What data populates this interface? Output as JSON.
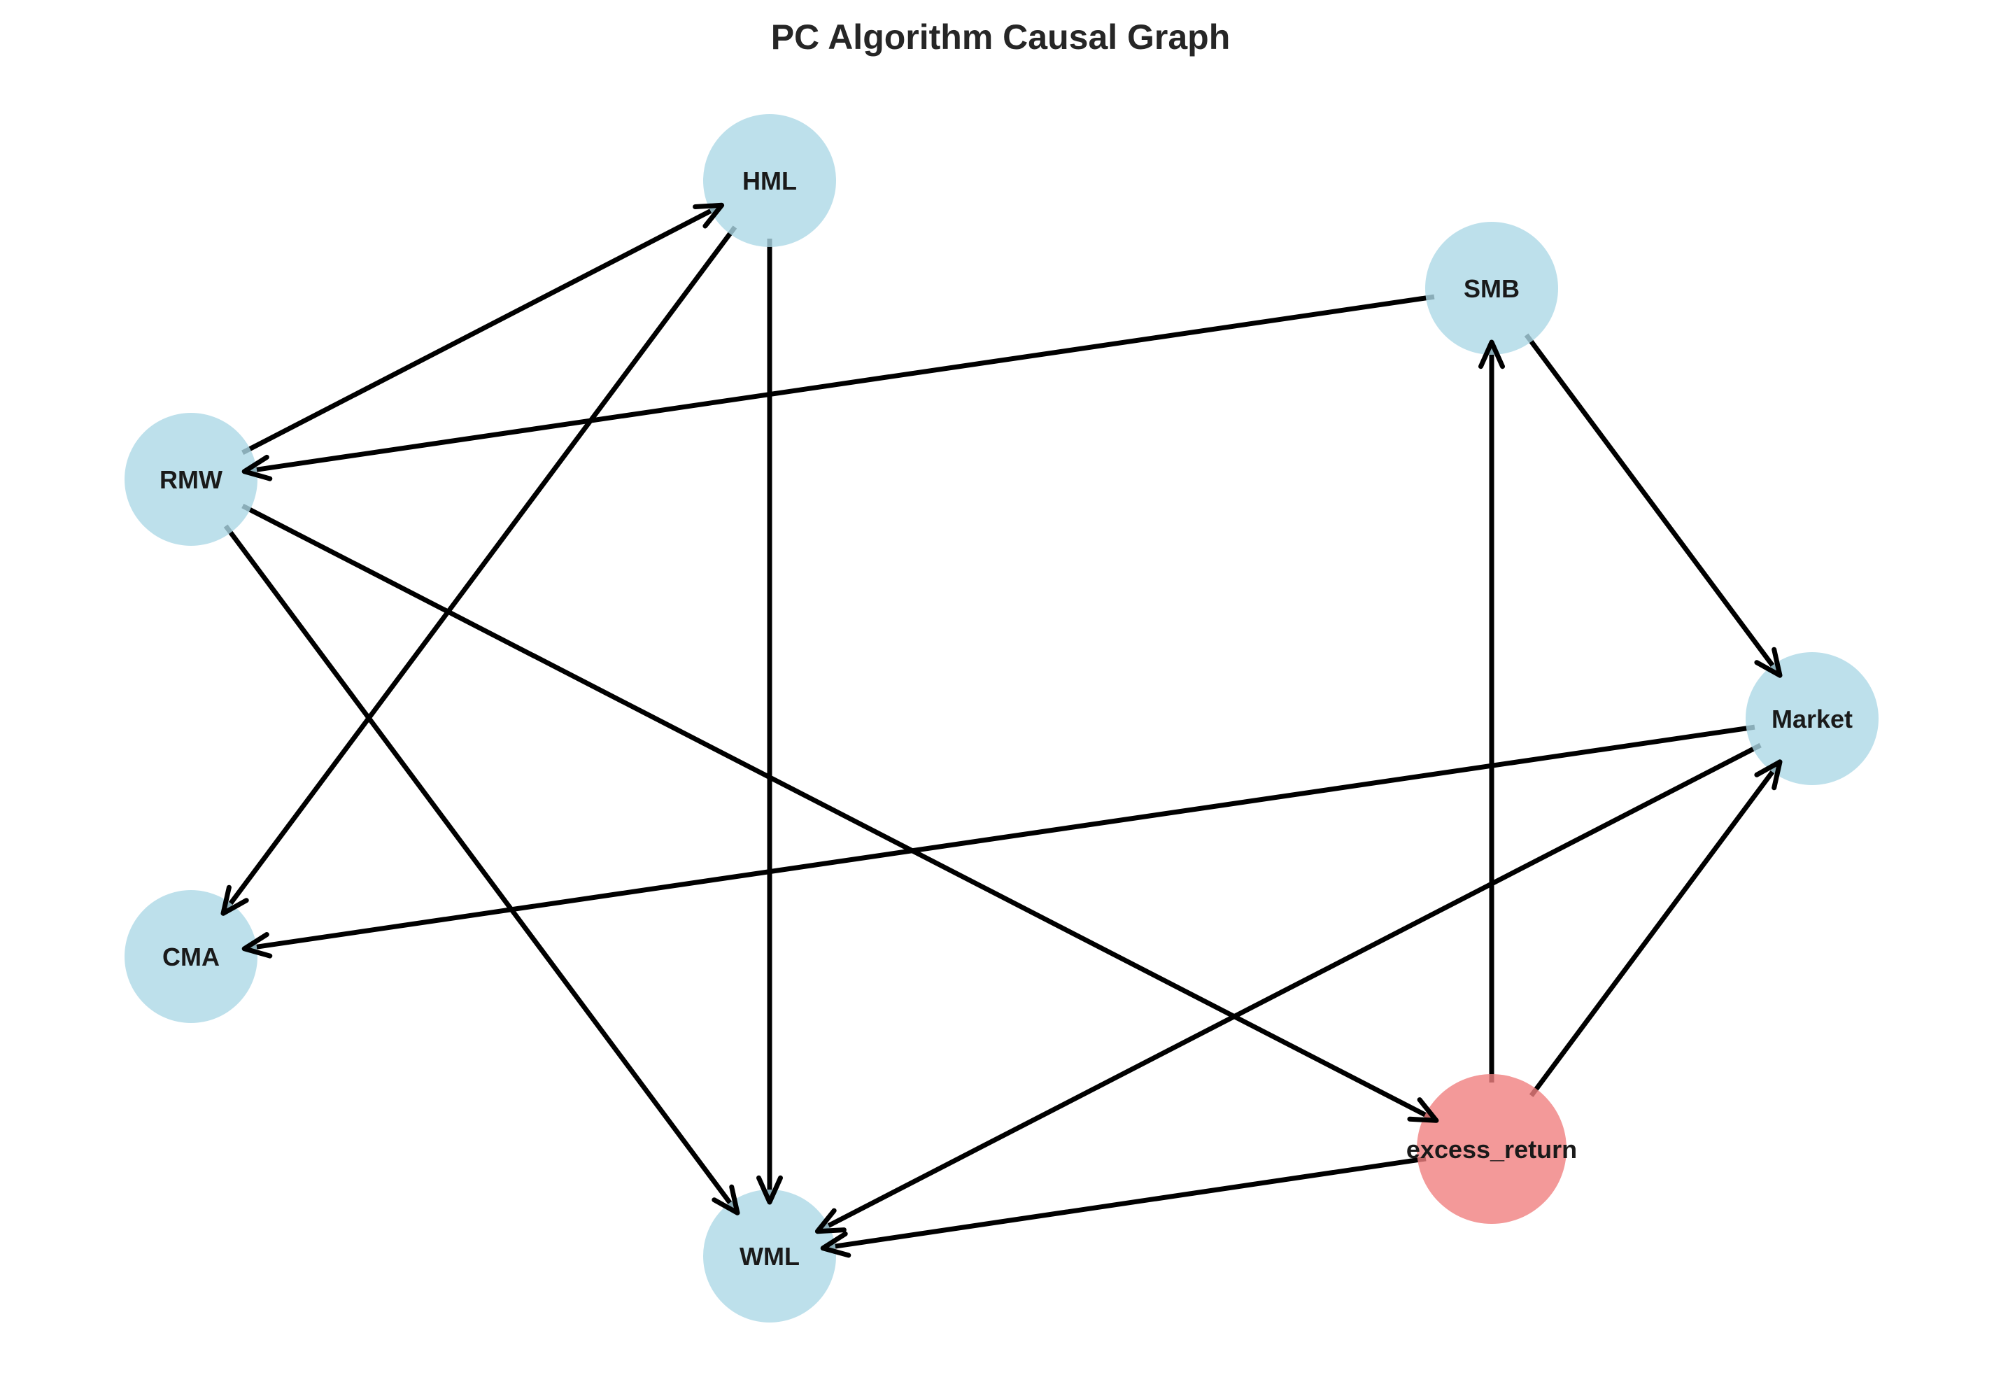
{
  "title": "PC Algorithm Causal Graph",
  "colors": {
    "default_node": "#add8e6",
    "target_node": "#f08080",
    "edge": "#000000",
    "label": "#1a1a1a"
  },
  "nodes": [
    {
      "id": "HML",
      "label": "HML",
      "role": "default"
    },
    {
      "id": "SMB",
      "label": "SMB",
      "role": "default"
    },
    {
      "id": "RMW",
      "label": "RMW",
      "role": "default"
    },
    {
      "id": "Market",
      "label": "Market",
      "role": "default"
    },
    {
      "id": "CMA",
      "label": "CMA",
      "role": "default"
    },
    {
      "id": "excess_return",
      "label": "excess_return",
      "role": "target"
    },
    {
      "id": "WML",
      "label": "WML",
      "role": "default"
    }
  ],
  "edges": [
    {
      "from": "RMW",
      "to": "HML"
    },
    {
      "from": "HML",
      "to": "CMA"
    },
    {
      "from": "HML",
      "to": "WML"
    },
    {
      "from": "SMB",
      "to": "RMW"
    },
    {
      "from": "SMB",
      "to": "Market"
    },
    {
      "from": "RMW",
      "to": "WML"
    },
    {
      "from": "RMW",
      "to": "excess_return"
    },
    {
      "from": "Market",
      "to": "CMA"
    },
    {
      "from": "Market",
      "to": "WML"
    },
    {
      "from": "excess_return",
      "to": "SMB"
    },
    {
      "from": "excess_return",
      "to": "Market"
    },
    {
      "from": "excess_return",
      "to": "WML"
    }
  ]
}
